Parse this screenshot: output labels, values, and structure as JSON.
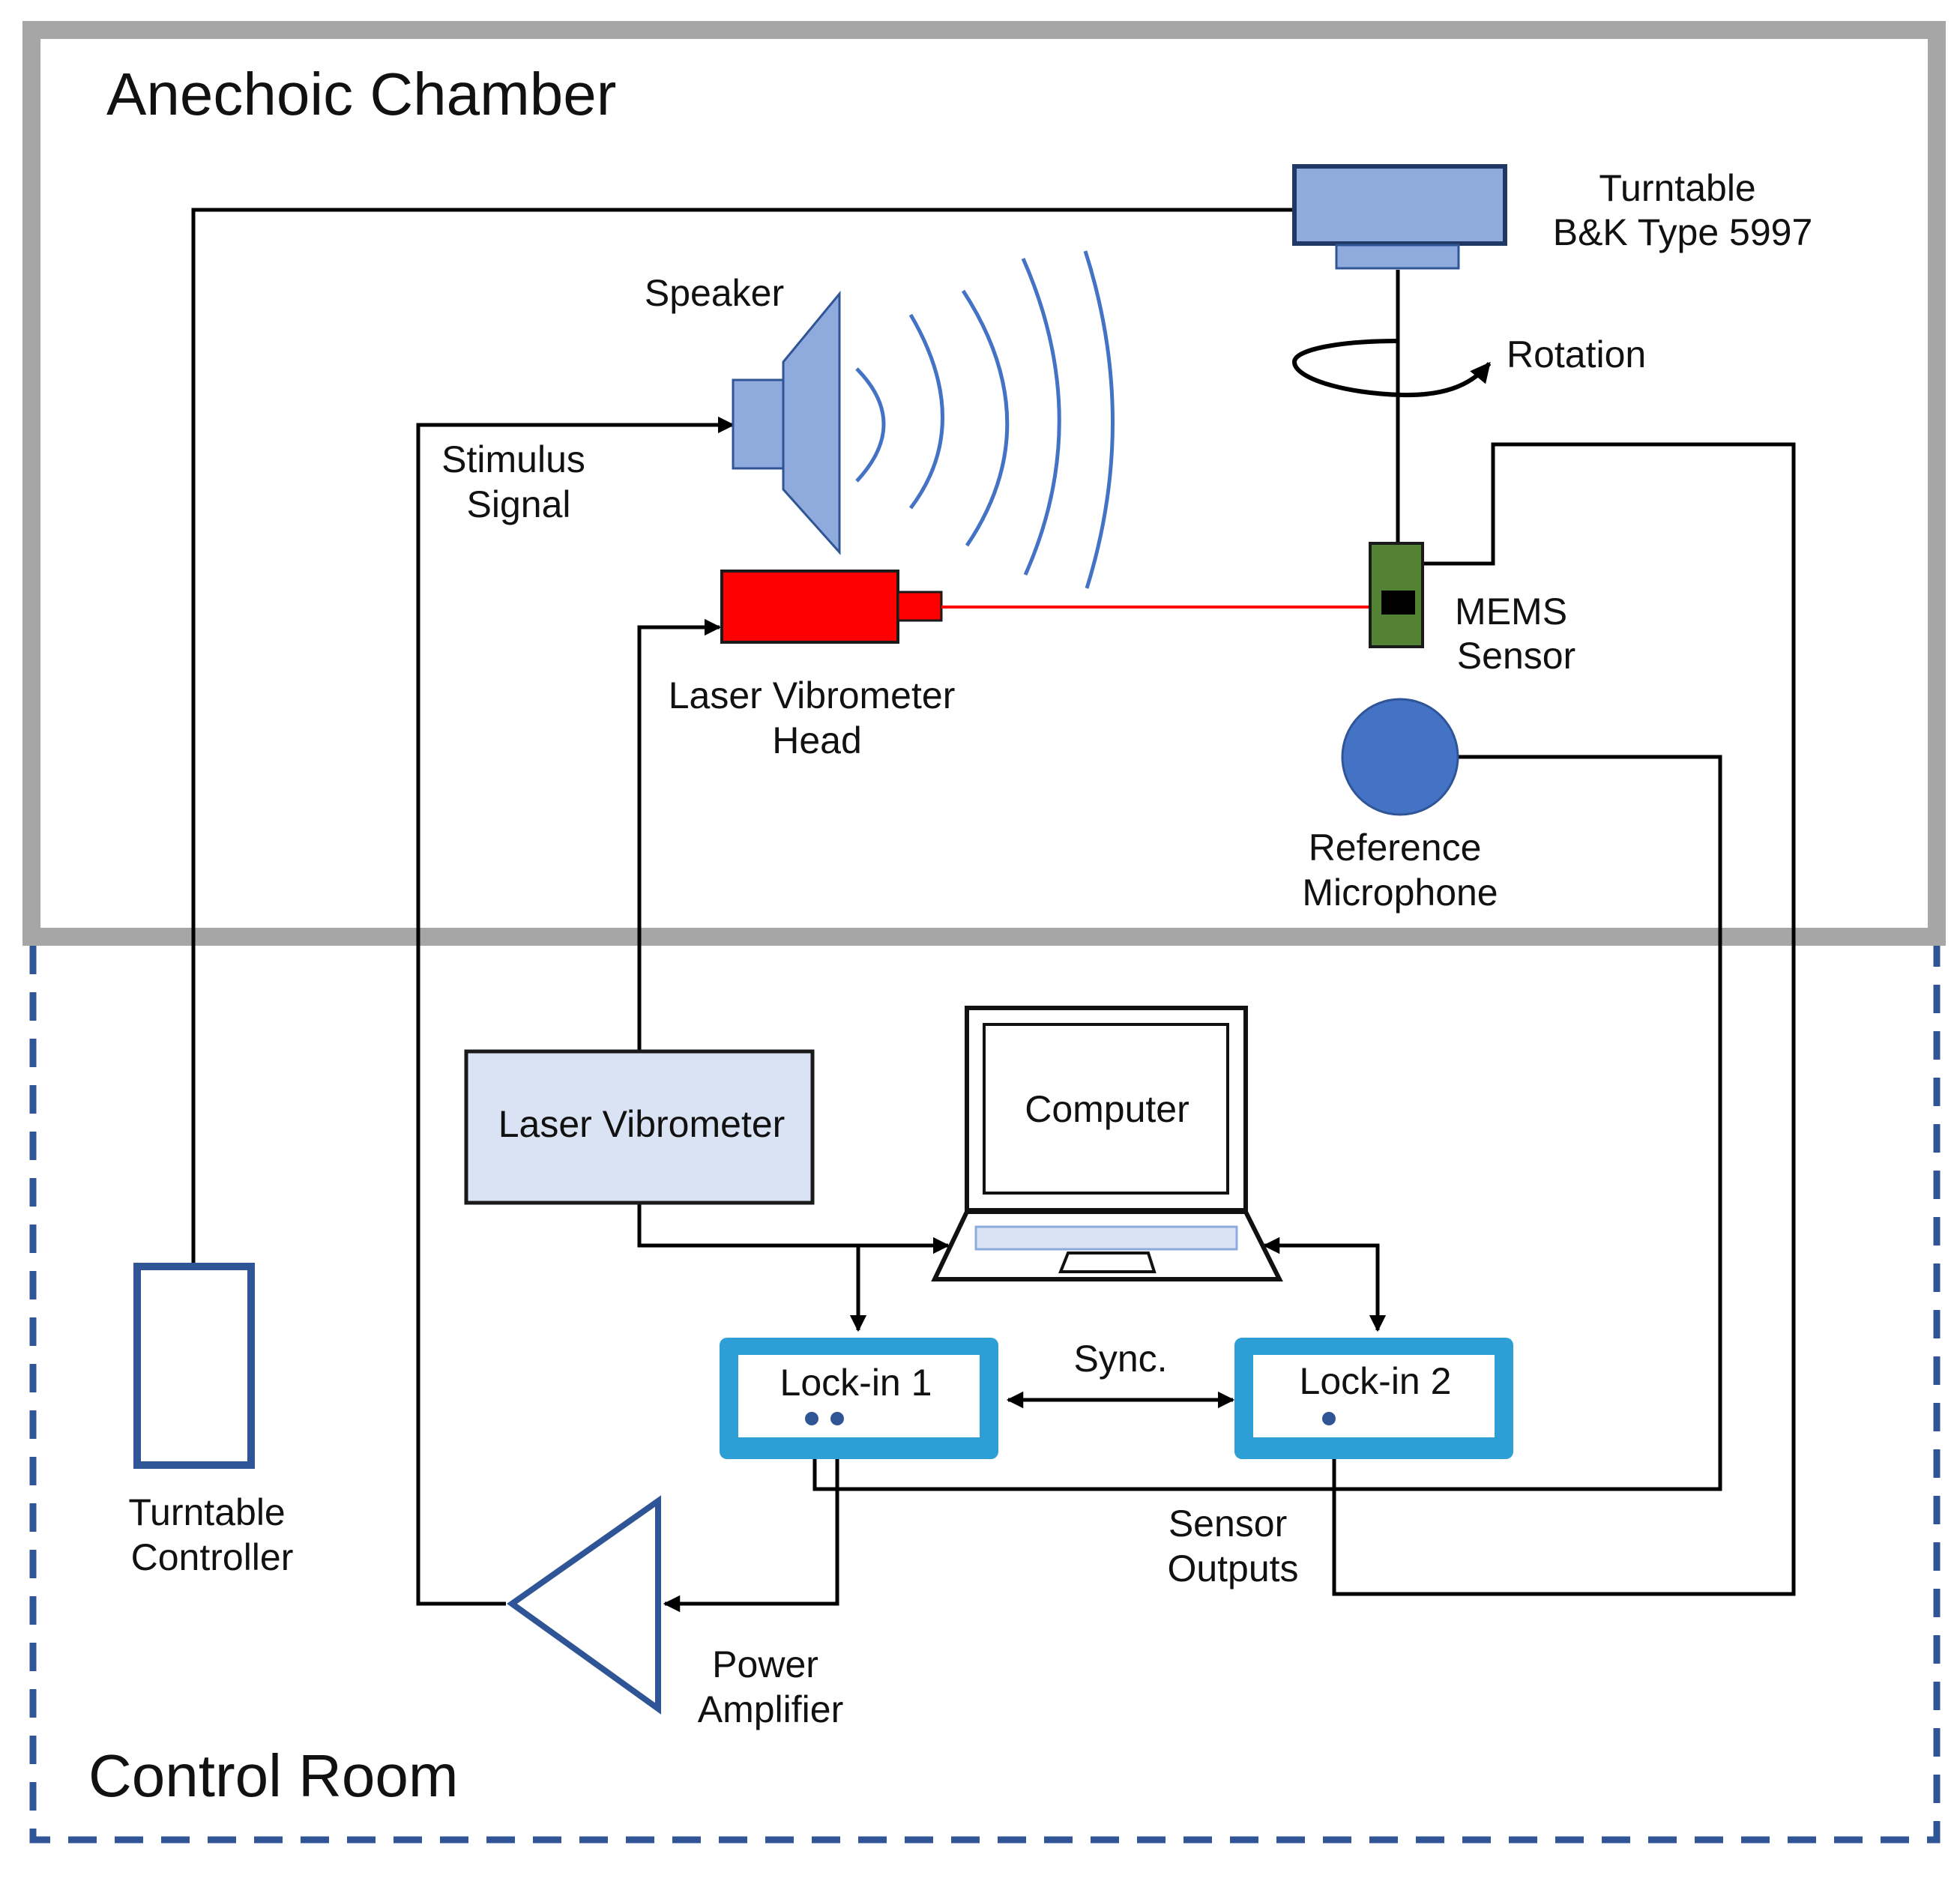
{
  "zones": {
    "anechoic_chamber": "Anechoic Chamber",
    "control_room": "Control Room"
  },
  "labels": {
    "turntable": [
      "Turntable",
      "B&K Type 5997"
    ],
    "speaker": "Speaker",
    "rotation": "Rotation",
    "stimulus_signal": [
      "Stimulus",
      "Signal"
    ],
    "mems_sensor": [
      "MEMS",
      "Sensor"
    ],
    "laser_vibrometer_head": [
      "Laser Vibrometer",
      "Head"
    ],
    "reference_microphone": [
      "Reference",
      "Microphone"
    ],
    "laser_vibrometer": "Laser Vibrometer",
    "computer": "Computer",
    "sync": "Sync.",
    "lock_in_1": "Lock-in 1",
    "lock_in_2": "Lock-in 2",
    "turntable_controller": [
      "Turntable",
      "Controller"
    ],
    "sensor_outputs": [
      "Sensor",
      "Outputs"
    ],
    "power_amplifier": [
      "Power",
      "Amplifier"
    ]
  },
  "colors": {
    "chamber_border": "#a6a6a6",
    "control_room_border": "#2f5597",
    "wire": "#000000",
    "turntable_fill": "#8faadc",
    "speaker_fill": "#8faadc",
    "sound_wave": "#4472c4",
    "laser_head_fill": "#ff0000",
    "laser_beam": "#ff0000",
    "mems_fill": "#548235",
    "microphone_fill": "#4472c4",
    "vibrometer_fill": "#dae3f3",
    "lockin_frame": "#2e9ed6",
    "controller_border": "#2f5597"
  }
}
